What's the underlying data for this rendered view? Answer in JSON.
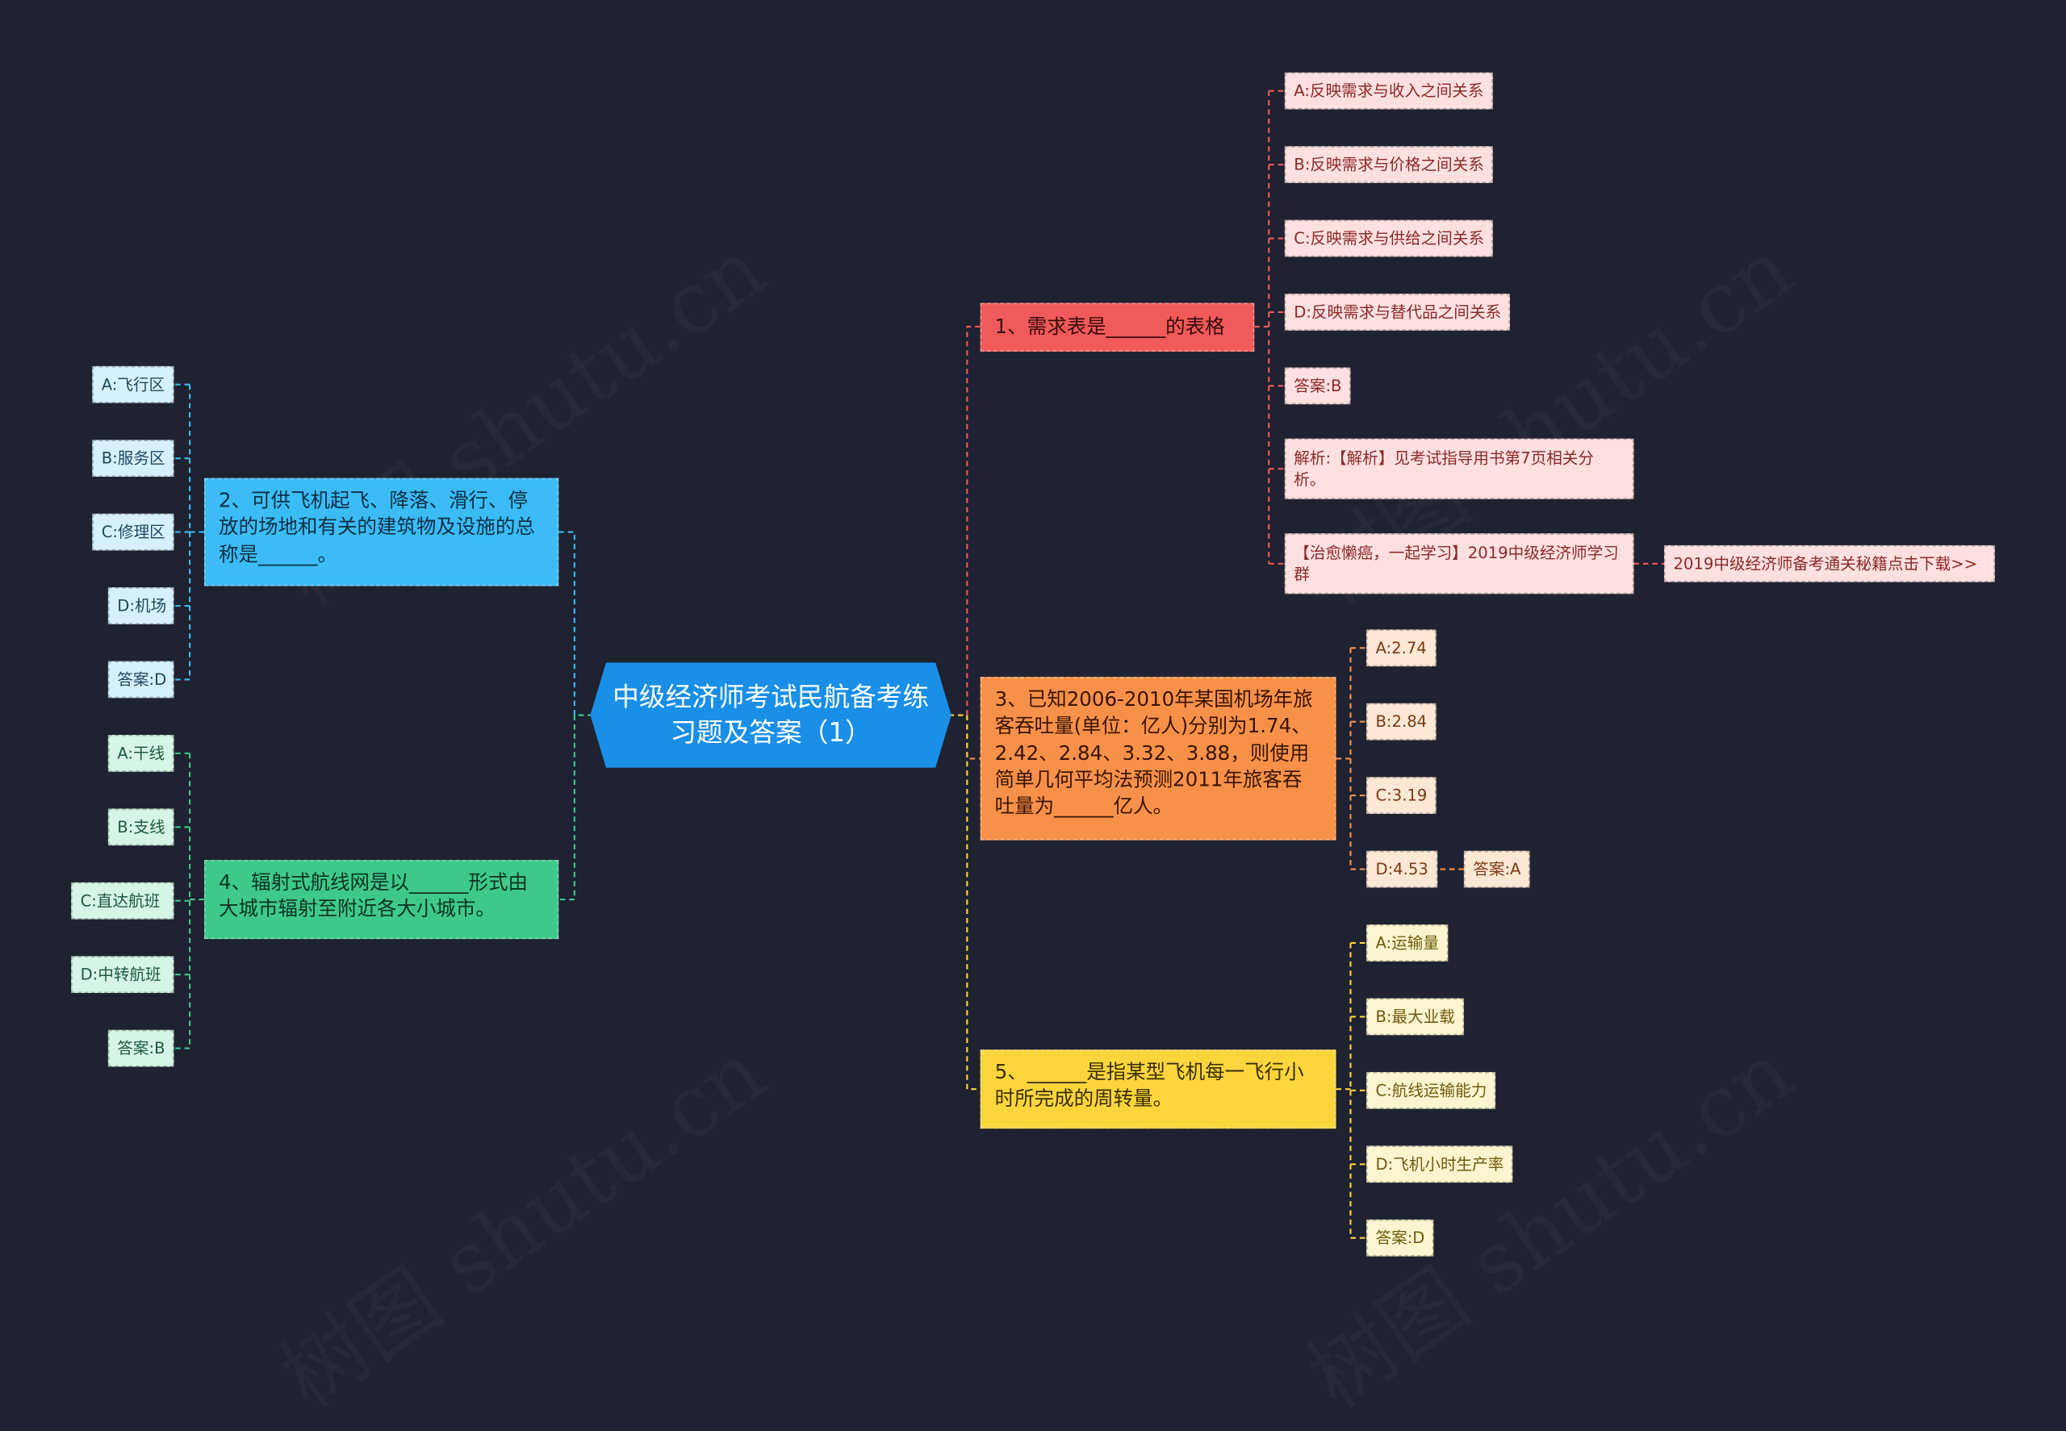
{
  "colors": {
    "background": "#1f2230",
    "root": "#1a8fe8",
    "q1": "#f05a5a",
    "q2": "#3bbcf5",
    "q3": "#f7914a",
    "q4": "#3ec98a",
    "q5": "#fbd53c"
  },
  "root": {
    "title": "中级经济师考试民航备考练习题及答案（1）"
  },
  "q1": {
    "text": "1、需求表是______的表格",
    "options": [
      "A:反映需求与收入之间关系",
      "B:反映需求与价格之间关系",
      "C:反映需求与供给之间关系",
      "D:反映需求与替代品之间关系"
    ],
    "answer": "答案:B",
    "analysis": "解析:【解析】见考试指导用书第7页相关分析。",
    "promo": "【治愈懒癌，一起学习】2019中级经济师学习群",
    "promo_link": "2019中级经济师备考通关秘籍点击下载>>"
  },
  "q2": {
    "text": "2、可供飞机起飞、降落、滑行、停放的场地和有关的建筑物及设施的总称是______。",
    "options": [
      "A:飞行区",
      "B:服务区",
      "C:修理区",
      "D:机场"
    ],
    "answer": "答案:D"
  },
  "q3": {
    "text": "3、已知2006-2010年某国机场年旅客吞吐量(单位：亿人)分别为1.74、2.42、2.84、3.32、3.88，则使用简单几何平均法预测2011年旅客吞吐量为______亿人。",
    "options": [
      "A:2.74",
      "B:2.84",
      "C:3.19",
      "D:4.53"
    ],
    "answer": "答案:A"
  },
  "q4": {
    "text": "4、辐射式航线网是以______形式由大城市辐射至附近各大小城市。",
    "options": [
      "A:干线",
      "B:支线",
      "C:直达航班",
      "D:中转航班"
    ],
    "answer": "答案:B"
  },
  "q5": {
    "text": "5、______是指某型飞机每一飞行小时所完成的周转量。",
    "options": [
      "A:运输量",
      "B:最大业载",
      "C:航线运输能力",
      "D:飞机小时生产率"
    ],
    "answer": "答案:D"
  },
  "watermark": "树图 shutu.cn"
}
